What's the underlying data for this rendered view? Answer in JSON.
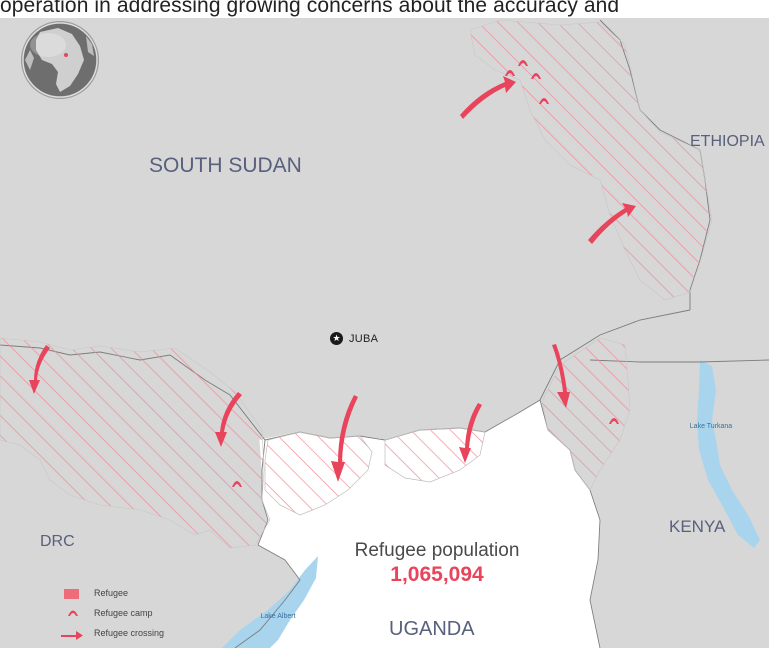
{
  "caption": "operation in addressing growing concerns about the accuracy and",
  "map": {
    "countries": {
      "sudan": "SOUTH SUDAN",
      "ethiopia": "ETHIOPIA",
      "drc": "DRC",
      "kenya": "KENYA",
      "uganda": "UGANDA"
    },
    "capital": {
      "name": "JUBA",
      "icon": "star-icon"
    },
    "lakes": {
      "turkana": "Lake Turkana",
      "albert": "Lake Albert"
    },
    "population": {
      "label": "Refugee population",
      "value": "1,065,094"
    },
    "legend": {
      "refugee": "Refugee",
      "camp": "Refugee camp",
      "crossing": "Refugee crossing"
    },
    "colors": {
      "land": "#d7d7d7",
      "uganda": "#ffffff",
      "refugee": "#e8445c",
      "hatch": "#ee8d98",
      "water": "#a9d4ee",
      "border": "#7d7d7d"
    }
  }
}
